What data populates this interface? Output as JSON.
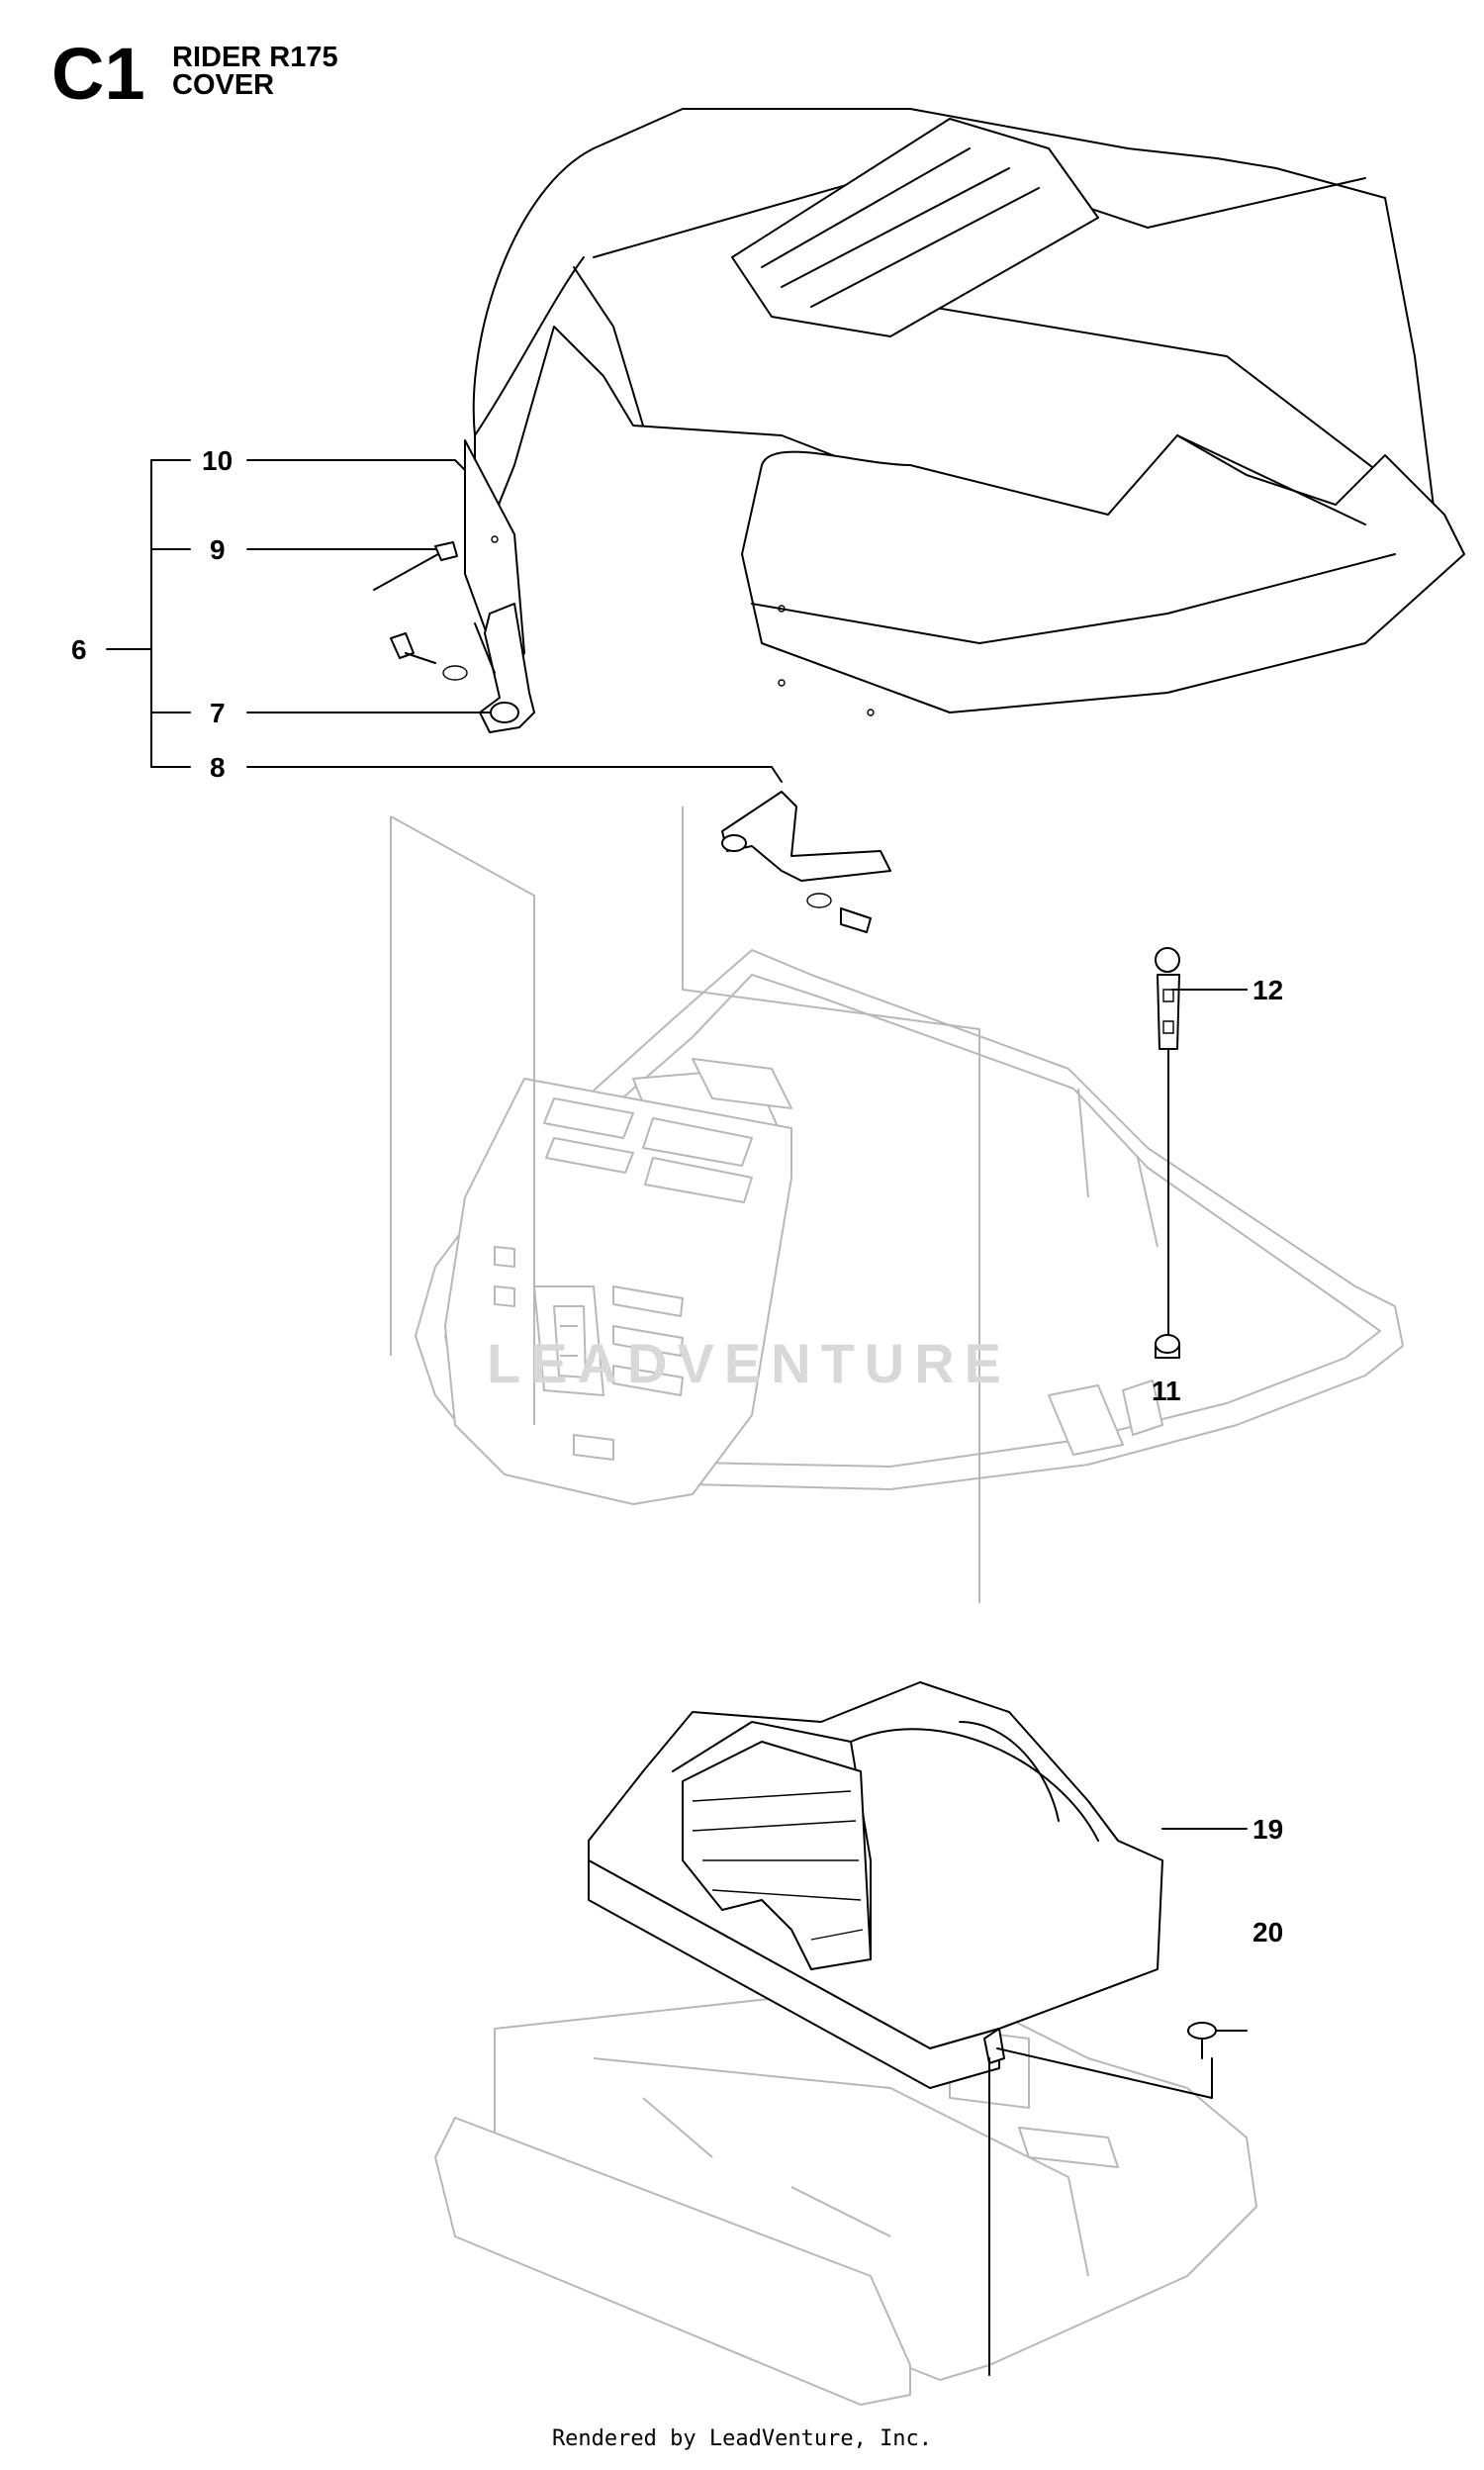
{
  "header": {
    "code": "C1",
    "model": "RIDER R175",
    "section": "COVER"
  },
  "callouts": [
    {
      "label": "10",
      "target": "cover-rear-side-panel"
    },
    {
      "label": "9",
      "target": "rivet"
    },
    {
      "label": "6",
      "target": "bracket-assembly"
    },
    {
      "label": "7",
      "target": "left-bracket"
    },
    {
      "label": "8",
      "target": "right-bracket"
    },
    {
      "label": "12",
      "target": "prop-rod"
    },
    {
      "label": "11",
      "target": "rubber-buffer"
    },
    {
      "label": "19",
      "target": "front-cover"
    },
    {
      "label": "20",
      "target": "screw"
    }
  ],
  "watermark": "LEADVENTURE",
  "footer": "Rendered by LeadVenture, Inc."
}
